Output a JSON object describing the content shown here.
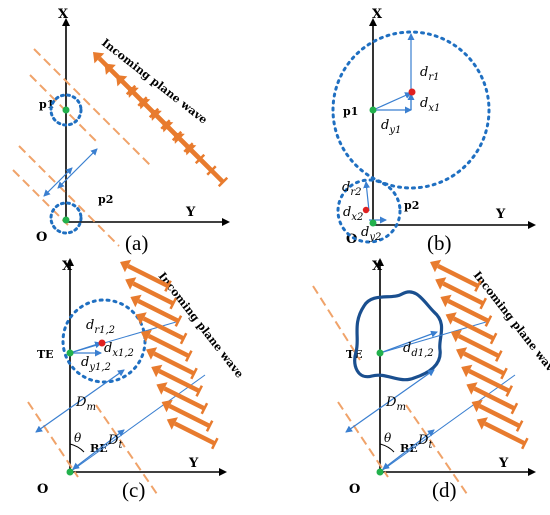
{
  "panels": [
    {
      "caption": "(a)",
      "axis_x": "X",
      "axis_y": "Y",
      "origin": "O",
      "points": [
        "p1",
        "p2"
      ],
      "wave_label": "Incoming plane wave"
    },
    {
      "caption": "(b)",
      "axis_x": "X",
      "axis_y": "Y",
      "origin": "O",
      "points": [
        "p1",
        "p2"
      ],
      "symbols": {
        "dr1": {
          "base": "d",
          "sub": "r1"
        },
        "dx1": {
          "base": "d",
          "sub": "x1"
        },
        "dy1": {
          "base": "d",
          "sub": "y1"
        },
        "dr2": {
          "base": "d",
          "sub": "r2"
        },
        "dx2": {
          "base": "d",
          "sub": "x2"
        },
        "dy2": {
          "base": "d",
          "sub": "y2"
        }
      }
    },
    {
      "caption": "(c)",
      "axis_x": "X",
      "axis_y": "Y",
      "origin": "O",
      "points": [
        "TE",
        "BE"
      ],
      "wave_label": "Incoming plane wave",
      "symbols": {
        "dr": {
          "base": "d",
          "sub": "r1,2"
        },
        "dx": {
          "base": "d",
          "sub": "x1,2"
        },
        "dy": {
          "base": "d",
          "sub": "y1,2"
        },
        "Dm": {
          "base": "D",
          "sub": "m"
        },
        "Dt": {
          "base": "D",
          "sub": "t"
        },
        "theta": "θ"
      }
    },
    {
      "caption": "(d)",
      "axis_x": "X",
      "axis_y": "Y",
      "origin": "O",
      "points": [
        "TE",
        "BE"
      ],
      "wave_label": "Incoming plane wave",
      "symbols": {
        "dd": {
          "base": "d",
          "sub": "d1,2"
        },
        "Dm": {
          "base": "D",
          "sub": "m"
        },
        "Dt": {
          "base": "D",
          "sub": "t"
        },
        "theta": "θ"
      }
    }
  ],
  "colors": {
    "axis": "#000000",
    "wave_arrow": "#e87b2e",
    "wavefront_dashed": "#f0a36a",
    "dotted_circle": "#1f6fc1",
    "measure": "#3a7fd0",
    "irregular_contour": "#1a4f8f",
    "point_green": "#22b14c",
    "point_red": "#e02020"
  }
}
